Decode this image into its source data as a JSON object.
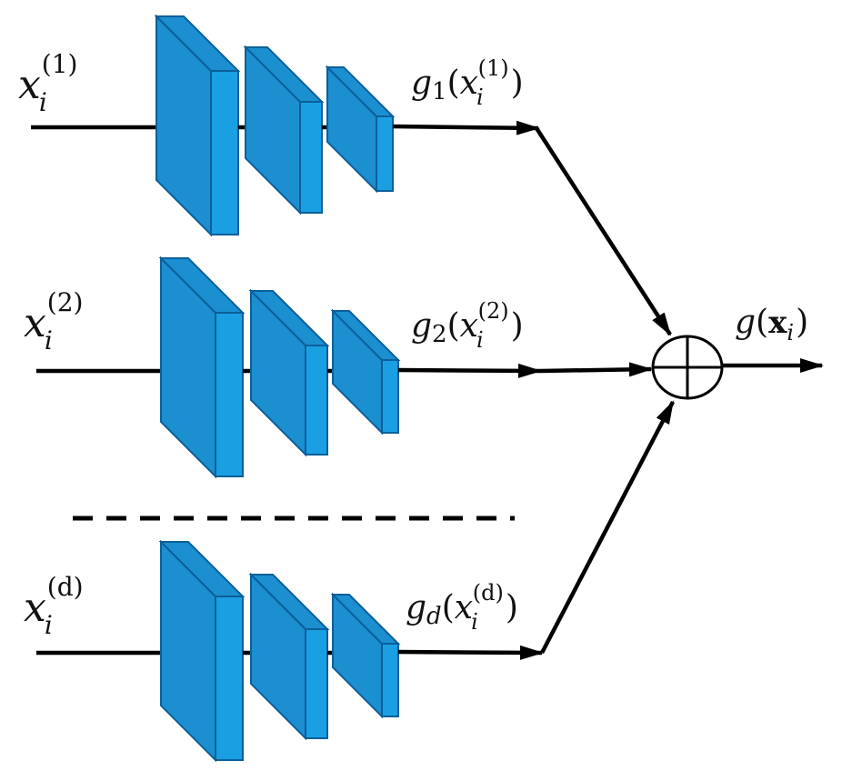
{
  "branches": [
    {
      "id": "1",
      "input": {
        "base": "x",
        "sub": "i",
        "sup": "(1)"
      },
      "output": {
        "fn": "g",
        "fn_sub": "1",
        "open": "(",
        "base": "x",
        "sub": "i",
        "sup": "(1)",
        "close": ")"
      }
    },
    {
      "id": "2",
      "input": {
        "base": "x",
        "sub": "i",
        "sup": "(2)"
      },
      "output": {
        "fn": "g",
        "fn_sub": "2",
        "open": "(",
        "base": "x",
        "sub": "i",
        "sup": "(2)",
        "close": ")"
      }
    },
    {
      "id": "d",
      "input": {
        "base": "x",
        "sub": "i",
        "sup": "(d)"
      },
      "output": {
        "fn": "g",
        "fn_sub": "d",
        "open": "(",
        "base": "x",
        "sub": "i",
        "sup": "(d)",
        "close": ")"
      }
    }
  ],
  "result": {
    "fn": "g",
    "open": "(",
    "base": "x",
    "sub": "i",
    "close": ")"
  },
  "combine_symbol": "sum-circle",
  "colors": {
    "block_face": "#1b8fcf",
    "block_side": "#1a9fe2",
    "block_stroke": "#0b5f9a",
    "line": "#000000"
  }
}
